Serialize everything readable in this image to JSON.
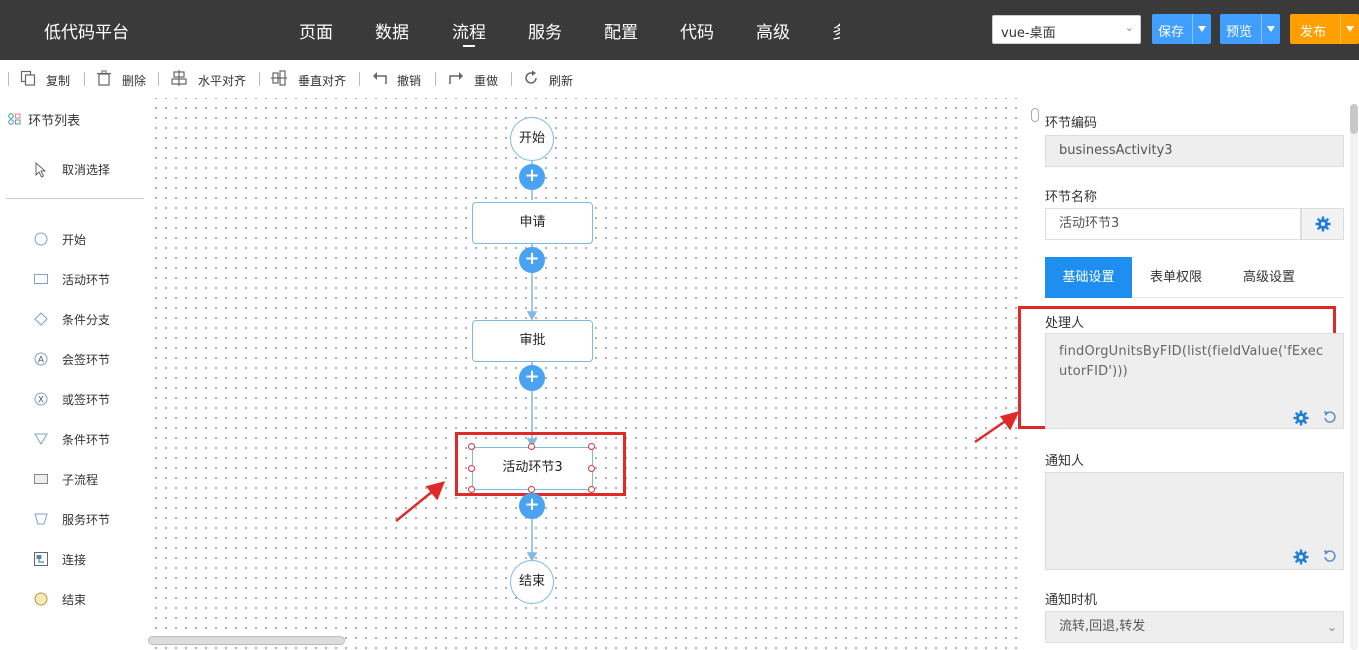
{
  "app": {
    "brand": "低代码平台"
  },
  "nav": {
    "items": [
      "页面",
      "数据",
      "流程",
      "服务",
      "配置",
      "代码",
      "高级",
      "多"
    ],
    "active": "流程"
  },
  "view_select": {
    "value": "vue-桌面"
  },
  "actions": {
    "save": "保存",
    "preview": "预览",
    "publish": "发布"
  },
  "colors": {
    "topbar": "#3a3a3a",
    "primary": "#409eff",
    "publish": "#ff9f00",
    "node_border": "#7fb9e4",
    "plus": "#4aa2f2",
    "highlight": "#e02a2a"
  },
  "toolbar": {
    "items": [
      {
        "label": "复制",
        "icon": "copy-icon"
      },
      {
        "label": "删除",
        "icon": "trash-icon"
      },
      {
        "label": "水平对齐",
        "icon": "align-horizontal-icon"
      },
      {
        "label": "垂直对齐",
        "icon": "align-vertical-icon"
      },
      {
        "label": "撤销",
        "icon": "undo-icon"
      },
      {
        "label": "重做",
        "icon": "redo-icon"
      },
      {
        "label": "刷新",
        "icon": "refresh-icon"
      }
    ]
  },
  "palette": {
    "title": "环节列表",
    "deselect": "取消选择",
    "items": [
      {
        "label": "开始",
        "icon": "circle-icon"
      },
      {
        "label": "活动环节",
        "icon": "rectangle-icon"
      },
      {
        "label": "条件分支",
        "icon": "diamond-icon"
      },
      {
        "label": "会签环节",
        "icon": "countersign-icon"
      },
      {
        "label": "或签环节",
        "icon": "or-sign-icon"
      },
      {
        "label": "条件环节",
        "icon": "triangle-icon"
      },
      {
        "label": "子流程",
        "icon": "subprocess-icon"
      },
      {
        "label": "服务环节",
        "icon": "service-icon"
      },
      {
        "label": "连接",
        "icon": "connect-icon"
      },
      {
        "label": "结束",
        "icon": "end-circle-icon"
      }
    ]
  },
  "flow": {
    "start": "开始",
    "nodes": [
      "申请",
      "审批",
      "活动环节3"
    ],
    "end": "结束"
  },
  "properties": {
    "code_label": "环节编码",
    "code_value": "businessActivity3",
    "name_label": "环节名称",
    "name_value": "活动环节3",
    "tabs": [
      "基础设置",
      "表单权限",
      "高级设置"
    ],
    "handler_label": "处理人",
    "handler_value": "findOrgUnitsByFID(list(fieldValue('fExecutorFID')))",
    "notify_label": "通知人",
    "notify_value": "",
    "notify_time_label": "通知时机",
    "notify_time_value": "流转,回退,转发"
  }
}
